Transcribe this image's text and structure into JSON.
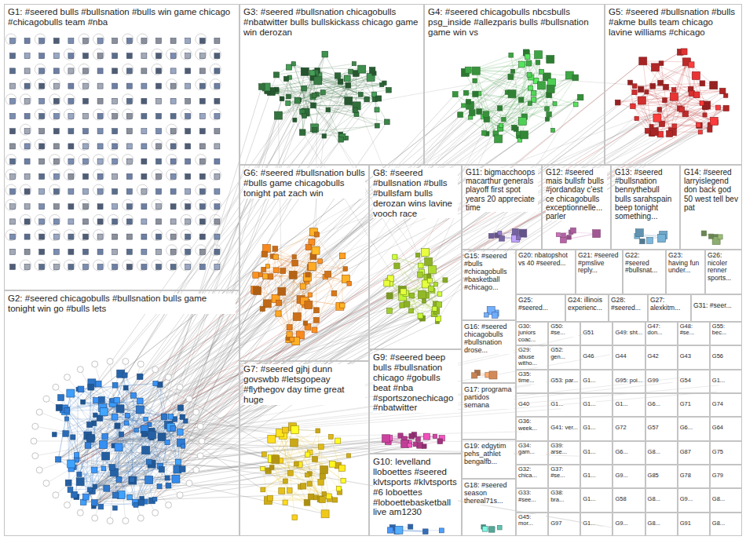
{
  "diagram": {
    "nodes": [
      {
        "text": [
          "G1: #seered bulls #bullsnation #bulls win game chicago #chicagobulls team #nba"
        ]
      },
      {
        "text": [
          "G3: #seered #bullsnation chicagobulls #nbatwitter bulls bullskickass chicago game win derozan"
        ]
      },
      {
        "text": [
          "G4: #seered chicagobulls nbcsbulls psg_inside #allezparis bulls #bullsnation game win vs"
        ]
      },
      {
        "text": [
          "G5: #seered #bullsnation #bulls #akme bulls team chicago lavine williams #chicago"
        ]
      },
      {
        "text": [
          "G6: #seered #bullsnation bulls #bulls game chicagobulls tonight pat zach win"
        ]
      },
      {
        "text": [
          "G8: #seered #bullsnation #bulls #bullsfam bulls derozan wins lavine vooch race"
        ]
      },
      {
        "text": [
          "G11: bigmacchoops macarthur generals playoff first spot years 20 appreciate time"
        ]
      },
      {
        "text": [
          "G12: #seered mais bullsfr bulls #jordanday c'est ce chicagobulls exceptionnelle... parler"
        ]
      },
      {
        "text": [
          "G13: #seered #bullsnation bennythebull bulls sarahspain beep tonight something..."
        ]
      },
      {
        "text": [
          "G14: #seered larryislegend don back god 50 west tell bev pat"
        ]
      },
      {
        "text": [
          "G2: #seered chicagobulls #bullsnation bulls game tonight win go #bulls lets"
        ]
      },
      {
        "text": [
          "G7: #seered gjhj dunn govswbb #letsgopeay #flythegov day time great huge"
        ]
      },
      {
        "text": [
          "G9: #seered beep bulls #bullsnation chicago #gobulls beat #nba #sportszonechicago #nbatwitter"
        ]
      },
      {
        "text": [
          "G10: levelland lloboettes #seered klvtsports #klvtsports #6 loboettes #loboettebasketball live am1230"
        ]
      },
      {
        "text": [
          "G15: #seered #bulls #chicagobulls #basketball #chicago..."
        ]
      },
      {
        "text": [
          "G16: #seered chicagobulls #bullsnation drose..."
        ]
      },
      {
        "text": [
          "G17: programa partidos semana"
        ]
      },
      {
        "text": [
          "G19: edgytim pehs_athlet bengalfb..."
        ]
      },
      {
        "text": [
          "G18: #seered season thereal71s..."
        ]
      },
      {
        "text": [
          "G20: nbatopshot vs 40 #seered..."
        ]
      },
      {
        "text": [
          "G21: #seered #pmslive reply..."
        ]
      },
      {
        "text": [
          "G22: #seered #bullsnat..."
        ]
      },
      {
        "text": [
          "G23: having fun under..."
        ]
      },
      {
        "text": [
          "G26: nicoler renner sports..."
        ]
      },
      {
        "text": [
          "G25: #seered..."
        ]
      },
      {
        "text": [
          "G24: illinois experienc..."
        ]
      },
      {
        "text": [
          "G28: #seered..."
        ]
      },
      {
        "text": [
          "G27: alexkitm..."
        ]
      },
      {
        "text": [
          "G31: #seer..."
        ]
      },
      {
        "text": [
          "G30: juniors coac..."
        ]
      },
      {
        "text": [
          "G50: #se..."
        ]
      },
      {
        "text": [
          "G51"
        ]
      },
      {
        "text": [
          "G49: sht..."
        ]
      },
      {
        "text": [
          "G47: don..."
        ]
      },
      {
        "text": [
          "G48: #se..."
        ]
      },
      {
        "text": [
          "G55: bec..."
        ]
      },
      {
        "text": [
          "G29: abuse witho..."
        ]
      },
      {
        "text": [
          "G52: gen..."
        ]
      },
      {
        "text": [
          "G46"
        ]
      },
      {
        "text": [
          "G44"
        ]
      },
      {
        "text": [
          "G42"
        ]
      },
      {
        "text": [
          "G43"
        ]
      },
      {
        "text": [
          "G56"
        ]
      },
      {
        "text": [
          "G35: time..."
        ]
      },
      {
        "text": [
          "G53: par..."
        ]
      },
      {
        "text": [
          "G1..."
        ]
      },
      {
        "text": [
          "G95: poi..."
        ]
      },
      {
        "text": [
          "G99"
        ]
      },
      {
        "text": [
          "G54"
        ]
      },
      {
        "text": [
          "G1..."
        ]
      },
      {
        "text": [
          "G40"
        ]
      },
      {
        "text": [
          "G1..."
        ]
      },
      {
        "text": [
          "G1..."
        ]
      },
      {
        "text": [
          "G1..."
        ]
      },
      {
        "text": [
          "G6..."
        ]
      },
      {
        "text": [
          "G71"
        ]
      },
      {
        "text": [
          "G74"
        ]
      },
      {
        "text": [
          "G36: week..."
        ]
      },
      {
        "text": [
          "G41: ver..."
        ]
      },
      {
        "text": [
          "G1..."
        ]
      },
      {
        "text": [
          "G72"
        ]
      },
      {
        "text": [
          "G57"
        ]
      },
      {
        "text": [
          "G6..."
        ]
      },
      {
        "text": [
          "G64"
        ]
      },
      {
        "text": [
          "G34: gam..."
        ]
      },
      {
        "text": [
          "G39: arse..."
        ]
      },
      {
        "text": [
          "G1..."
        ]
      },
      {
        "text": [
          "G6..."
        ]
      },
      {
        "text": [
          "G8..."
        ]
      },
      {
        "text": [
          "G87"
        ]
      },
      {
        "text": [
          "G75"
        ]
      },
      {
        "text": [
          "G32: chica..."
        ]
      },
      {
        "text": [
          "G37: #se..."
        ]
      },
      {
        "text": [
          "G1..."
        ]
      },
      {
        "text": [
          "G9..."
        ]
      },
      {
        "text": [
          "G85"
        ]
      },
      {
        "text": [
          "G78"
        ]
      },
      {
        "text": [
          "G79"
        ]
      },
      {
        "text": [
          "G33: #see..."
        ]
      },
      {
        "text": [
          "G38: bra..."
        ]
      },
      {
        "text": [
          "G1..."
        ]
      },
      {
        "text": [
          "G58"
        ]
      },
      {
        "text": [
          "G8..."
        ]
      },
      {
        "text": [
          "G9..."
        ]
      },
      {
        "text": [
          "G8..."
        ]
      },
      {
        "text": [
          "G45: mor..."
        ]
      },
      {
        "text": [
          "G97"
        ]
      },
      {
        "text": [
          "G1..."
        ]
      },
      {
        "text": [
          "G9..."
        ]
      },
      {
        "text": [
          "G8..."
        ]
      },
      {
        "text": [
          "G91"
        ]
      },
      {
        "text": [
          "G8..."
        ]
      }
    ]
  }
}
